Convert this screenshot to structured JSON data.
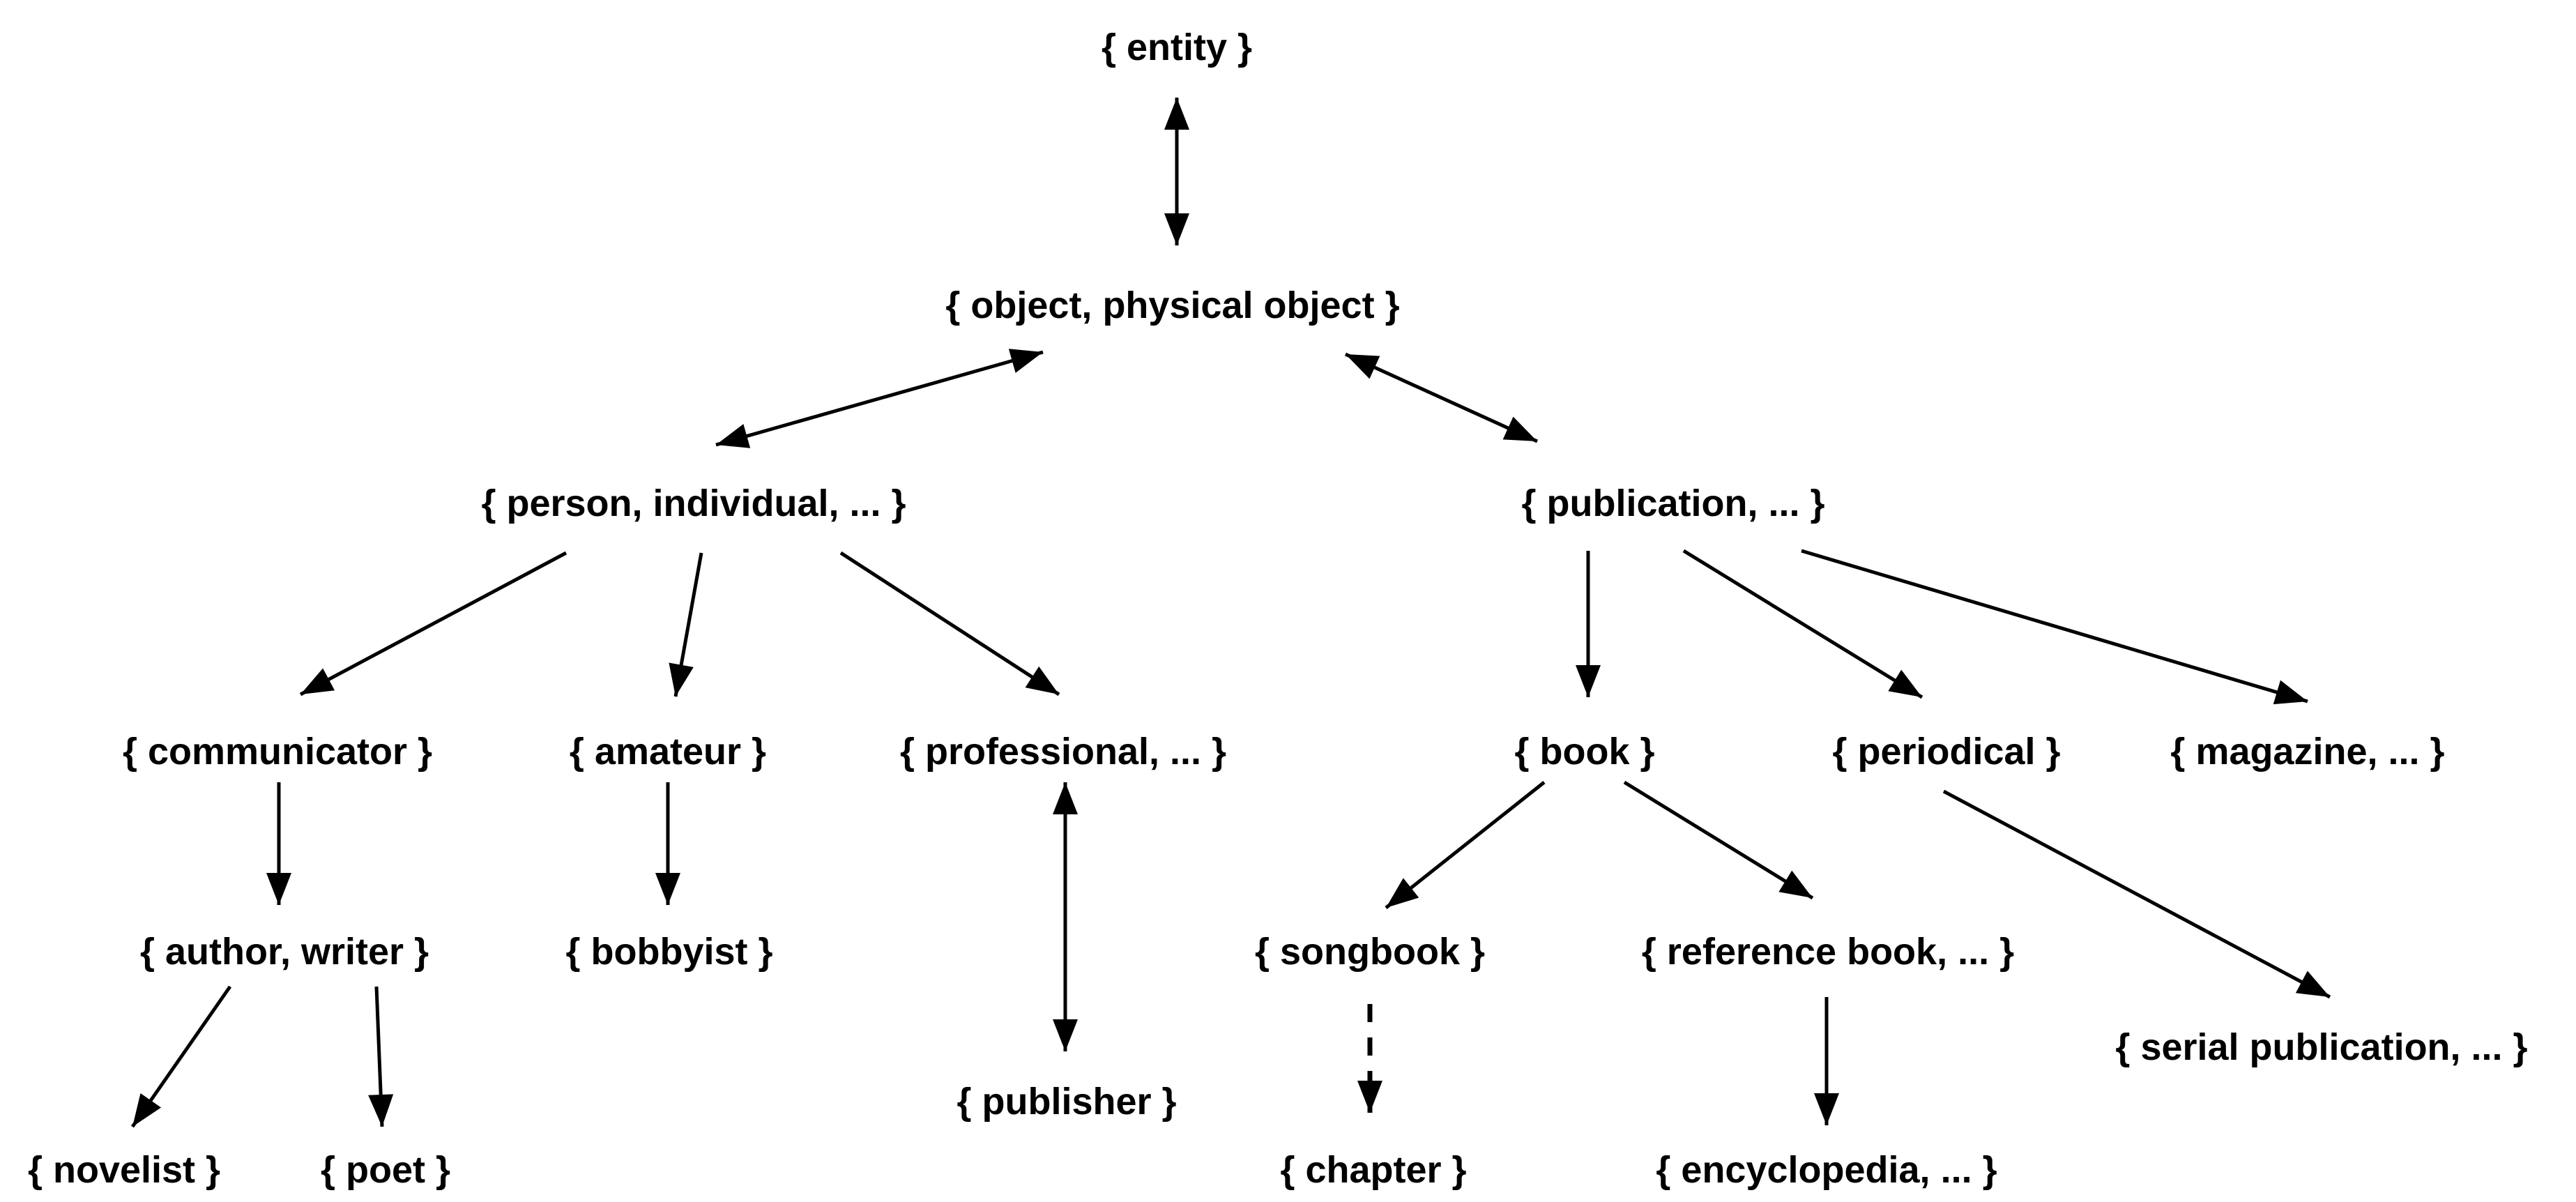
{
  "diagram": {
    "description": "Synset hypernym hierarchy tree",
    "background_color": "#ffffff",
    "text_color": "#000000",
    "line_color": "#000000",
    "nodes": {
      "entity": {
        "label": "{ entity }"
      },
      "object": {
        "label": "{ object, physical object }"
      },
      "person": {
        "label": "{ person, individual, ... }"
      },
      "publication": {
        "label": "{ publication, ... }"
      },
      "communicator": {
        "label": "{ communicator }"
      },
      "amateur": {
        "label": "{ amateur }"
      },
      "professional": {
        "label": "{ professional, ... }"
      },
      "book": {
        "label": "{ book }"
      },
      "periodical": {
        "label": "{ periodical }"
      },
      "magazine": {
        "label": "{ magazine, ... }"
      },
      "author": {
        "label": "{ author, writer }"
      },
      "bobbyist": {
        "label": "{ bobbyist }"
      },
      "songbook": {
        "label": "{ songbook }"
      },
      "reference_book": {
        "label": "{ reference book, ... }"
      },
      "publisher": {
        "label": "{ publisher }"
      },
      "serial_publication": {
        "label": "{ serial publication, ... }"
      },
      "novelist": {
        "label": "{ novelist }"
      },
      "poet": {
        "label": "{ poet }"
      },
      "chapter": {
        "label": "{ chapter }"
      },
      "encyclopedia": {
        "label": "{ encyclopedia, ... }"
      }
    },
    "edges": [
      {
        "from": "entity",
        "to": "object",
        "arrows": "both",
        "style": "solid"
      },
      {
        "from": "object",
        "to": "person",
        "arrows": "both",
        "style": "solid"
      },
      {
        "from": "object",
        "to": "publication",
        "arrows": "both",
        "style": "solid"
      },
      {
        "from": "person",
        "to": "communicator",
        "arrows": "end",
        "style": "solid"
      },
      {
        "from": "person",
        "to": "amateur",
        "arrows": "end",
        "style": "solid"
      },
      {
        "from": "person",
        "to": "professional",
        "arrows": "end",
        "style": "solid"
      },
      {
        "from": "communicator",
        "to": "author",
        "arrows": "end",
        "style": "solid"
      },
      {
        "from": "amateur",
        "to": "bobbyist",
        "arrows": "end",
        "style": "solid"
      },
      {
        "from": "professional",
        "to": "publisher",
        "arrows": "both",
        "style": "solid"
      },
      {
        "from": "author",
        "to": "novelist",
        "arrows": "end",
        "style": "solid"
      },
      {
        "from": "author",
        "to": "poet",
        "arrows": "end",
        "style": "solid"
      },
      {
        "from": "publication",
        "to": "book",
        "arrows": "end",
        "style": "solid"
      },
      {
        "from": "publication",
        "to": "periodical",
        "arrows": "end",
        "style": "solid"
      },
      {
        "from": "publication",
        "to": "magazine",
        "arrows": "end",
        "style": "solid"
      },
      {
        "from": "book",
        "to": "songbook",
        "arrows": "end",
        "style": "solid"
      },
      {
        "from": "book",
        "to": "reference_book",
        "arrows": "end",
        "style": "solid"
      },
      {
        "from": "songbook",
        "to": "chapter",
        "arrows": "end",
        "style": "dashed"
      },
      {
        "from": "reference_book",
        "to": "encyclopedia",
        "arrows": "end",
        "style": "solid"
      },
      {
        "from": "periodical",
        "to": "serial_publication",
        "arrows": "end",
        "style": "solid"
      }
    ]
  }
}
